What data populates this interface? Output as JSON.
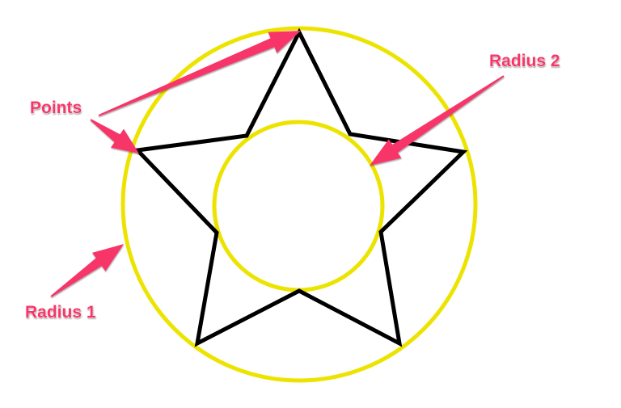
{
  "labels": {
    "points": "Points",
    "radius1": "Radius 1",
    "radius2": "Radius 2"
  },
  "colors": {
    "circle": "#ece400",
    "star": "#000000",
    "annotation": "#f73469"
  }
}
